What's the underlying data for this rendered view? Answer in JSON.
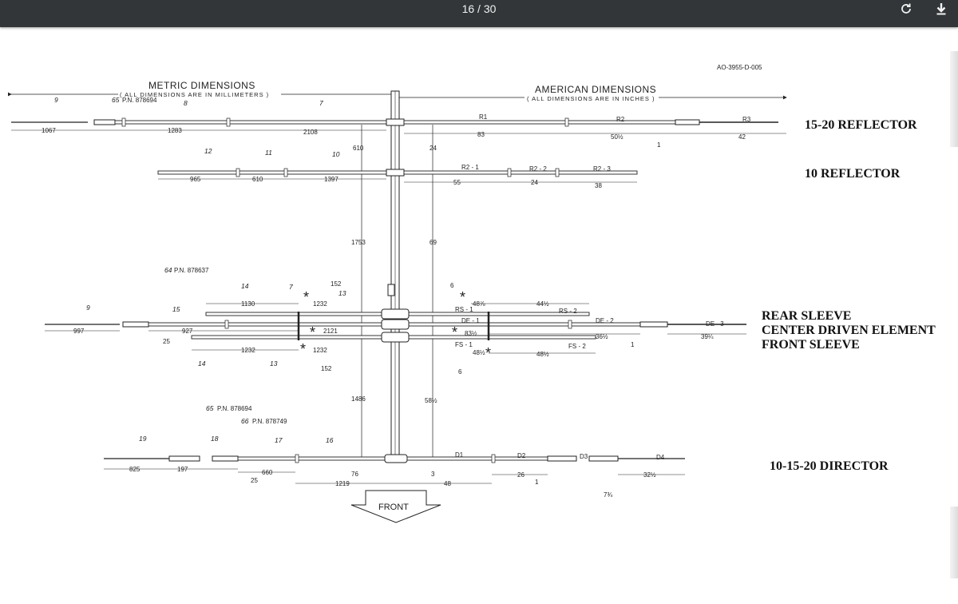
{
  "viewer": {
    "page_counter": "16 / 30",
    "rotate_icon": "rotate-icon",
    "download_icon": "download-icon"
  },
  "document": {
    "doc_code": "AO-3955-D-005",
    "metric_header": "METRIC DIMENSIONS",
    "metric_sub": "( ALL DIMENSIONS ARE IN MILLIMETERS )",
    "american_header": "AMERICAN DIMENSIONS",
    "american_sub": "( ALL DIMENSIONS ARE IN INCHES )",
    "element_labels": {
      "reflector_15_20": "15-20 REFLECTOR",
      "reflector_10": "10 REFLECTOR",
      "rear_sleeve": "REAR SLEEVE",
      "center_driven": "CENTER DRIVEN ELEMENT",
      "front_sleeve": "FRONT SLEEVE",
      "director": "10-15-20 DIRECTOR"
    },
    "front_label": "FRONT",
    "parts": {
      "p65a": "P.N. 878694",
      "p64": "P.N. 878637",
      "p65b": "P.N. 878694",
      "p66": "P.N. 878749"
    },
    "row1": {
      "metric": [
        "1067",
        "1283",
        "2108"
      ],
      "numbers": [
        "9",
        "65",
        "8",
        "7"
      ],
      "american": [
        "83",
        "50½",
        "42",
        "1"
      ],
      "sections": [
        "R1",
        "R2",
        "R3"
      ],
      "vertical": [
        "610",
        "24"
      ]
    },
    "row2": {
      "metric": [
        "965",
        "610",
        "1397"
      ],
      "numbers": [
        "12",
        "11",
        "10"
      ],
      "american": [
        "55",
        "24",
        "38"
      ],
      "sections": [
        "R2 - 1",
        "R2 - 2",
        "R2 - 3"
      ],
      "vertical": [
        "1753",
        "69"
      ]
    },
    "row3": {
      "numbers": [
        "64",
        "14",
        "7",
        "13",
        "9",
        "15",
        "14",
        "13",
        "6",
        "6"
      ],
      "metric": [
        "1130",
        "1232",
        "152",
        "997",
        "927",
        "25",
        "2121",
        "1232",
        "1232",
        "152"
      ],
      "american": [
        "48⅞",
        "44½",
        "83½",
        "36½",
        "39¼",
        "48½",
        "48½",
        "1"
      ],
      "sections": [
        "RS - 1",
        "RS - 2",
        "DE - 1",
        "DE - 2",
        "DE - 3",
        "FS - 1",
        "FS - 2"
      ],
      "vertical": [
        "1486",
        "58½"
      ]
    },
    "row4": {
      "numbers": [
        "19",
        "18",
        "65",
        "66",
        "17",
        "16"
      ],
      "metric": [
        "825",
        "197",
        "660",
        "25",
        "1219",
        "76"
      ],
      "american": [
        "48",
        "26",
        "32½",
        "7¾",
        "1",
        "3"
      ],
      "sections": [
        "D1",
        "D2",
        "D3",
        "D4"
      ]
    }
  }
}
